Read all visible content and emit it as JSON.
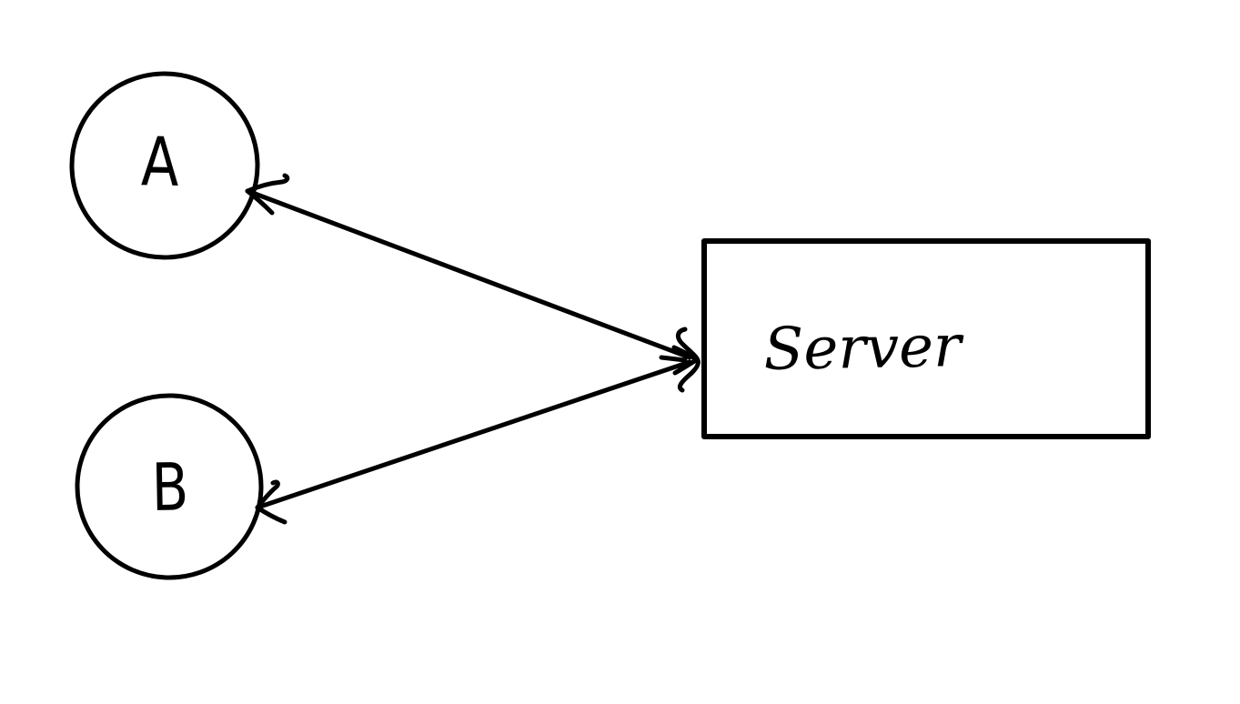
{
  "page": {
    "background_color": "#ffffff",
    "stroke_color": "#000000"
  },
  "diagram": {
    "style": "hand-drawn-sketch",
    "nodes": [
      {
        "id": "A",
        "shape": "circle",
        "label": "A"
      },
      {
        "id": "B",
        "shape": "circle",
        "label": "B"
      },
      {
        "id": "server",
        "shape": "rectangle",
        "label": "Server"
      }
    ],
    "edges": [
      {
        "from": "A",
        "to": "server",
        "type": "line",
        "arrowheads": "both"
      },
      {
        "from": "B",
        "to": "server",
        "type": "line",
        "arrowheads": "both"
      }
    ]
  }
}
